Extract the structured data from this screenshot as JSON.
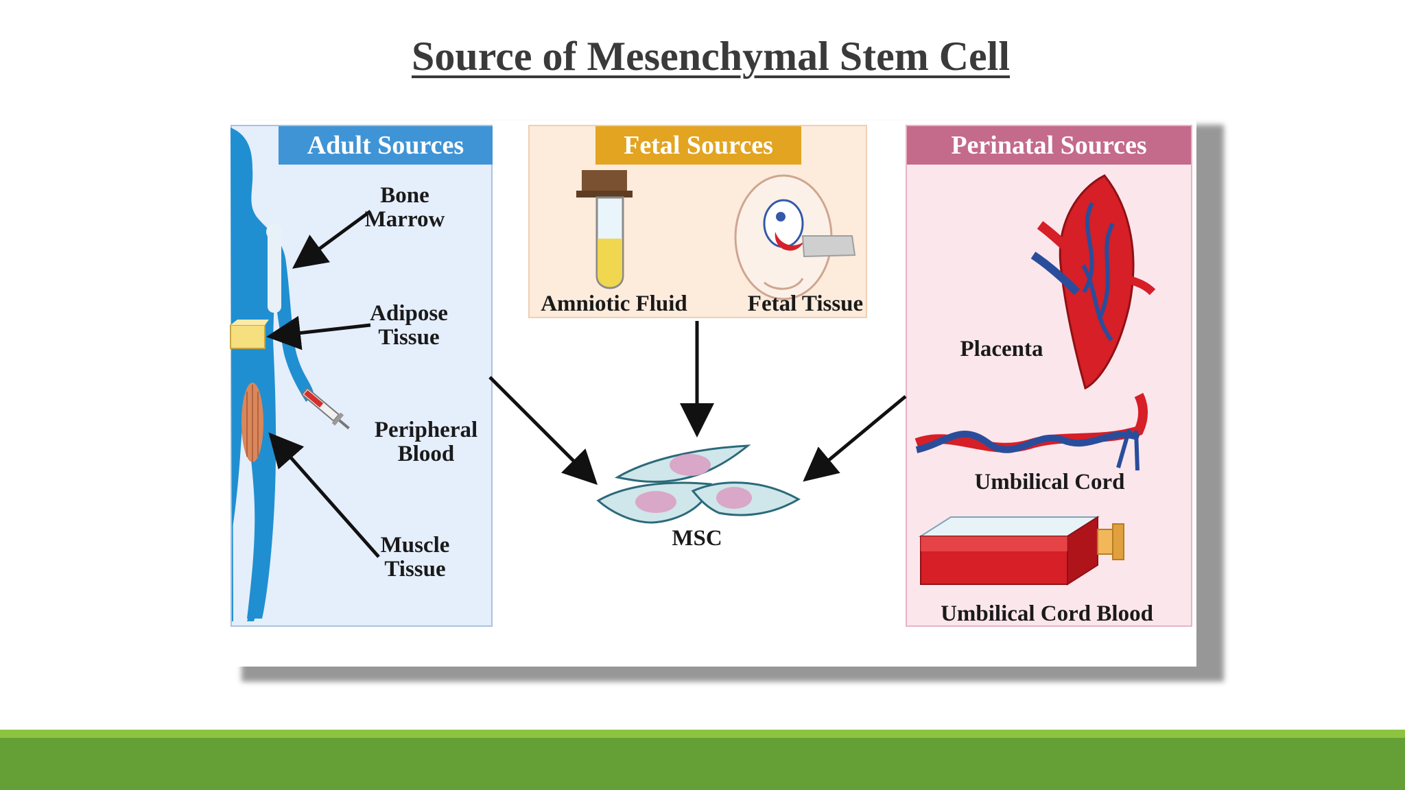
{
  "title": "Source of Mesenchymal Stem Cell",
  "adult": {
    "header": "Adult Sources",
    "items": [
      "Bone\nMarrow",
      "Adipose\nTissue",
      "Peripheral\nBlood",
      "Muscle\nTissue"
    ]
  },
  "fetal": {
    "header": "Fetal Sources",
    "items": [
      "Amniotic Fluid",
      "Fetal Tissue"
    ]
  },
  "perinatal": {
    "header": "Perinatal Sources",
    "items": [
      "Placenta",
      "Umbilical Cord",
      "Umbilical Cord Blood"
    ]
  },
  "center": {
    "label": "MSC"
  },
  "colors": {
    "adult": "#3f94d6",
    "fetal": "#e2a421",
    "perinatal": "#c46a8a",
    "body": "#1f8fd1",
    "accent_green": "#64a036"
  }
}
